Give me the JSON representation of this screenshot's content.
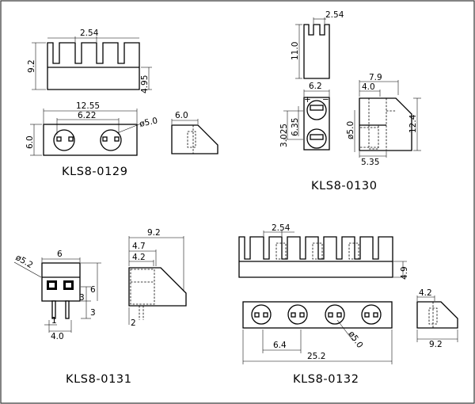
{
  "drawings": {
    "kls8_0129": {
      "caption": "KLS8-0129",
      "dims": {
        "pitch": "2.54",
        "height": "9.2",
        "pin_height": "4.95",
        "length": "12.55",
        "pin_span": "6.22",
        "hole_dia": "ø5.0",
        "depth": "6.0",
        "side_depth": "6.0"
      }
    },
    "kls8_0130": {
      "caption": "KLS8-0130",
      "dims": {
        "pitch": "2.54",
        "height": "11.0",
        "width": "6.2",
        "span_a": "3.025",
        "span_b": "6.35",
        "hole_dia": "ø5.0",
        "overall": "7.9",
        "top": "4.0",
        "side_height": "12.4",
        "base": "5.35"
      },
      "polarity": {
        "plus": "+",
        "minus": "−"
      }
    },
    "kls8_0131": {
      "caption": "KLS8-0131",
      "dims": {
        "hole_dia": "ø5.2",
        "width": "6",
        "row_a": "3",
        "height": "6",
        "row_b": "3",
        "pin_pitch": "1",
        "pin_span": "4.0",
        "overall": "9.2",
        "top_a": "4.7",
        "top_b": "4.2",
        "pin_len": "2"
      }
    },
    "kls8_0132": {
      "caption": "KLS8-0132",
      "dims": {
        "pitch": "2.54",
        "pin_height": "4.9",
        "spacing": "6.4",
        "length": "25.2",
        "hole_dia": "ø5.0",
        "side_top": "4.2",
        "side_depth": "9.2"
      }
    }
  }
}
